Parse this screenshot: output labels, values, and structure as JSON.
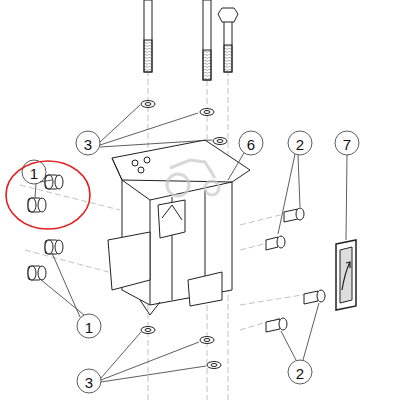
{
  "diagram": {
    "labels": [
      "1",
      "1",
      "3",
      "3",
      "6",
      "2",
      "2",
      "7"
    ]
  }
}
